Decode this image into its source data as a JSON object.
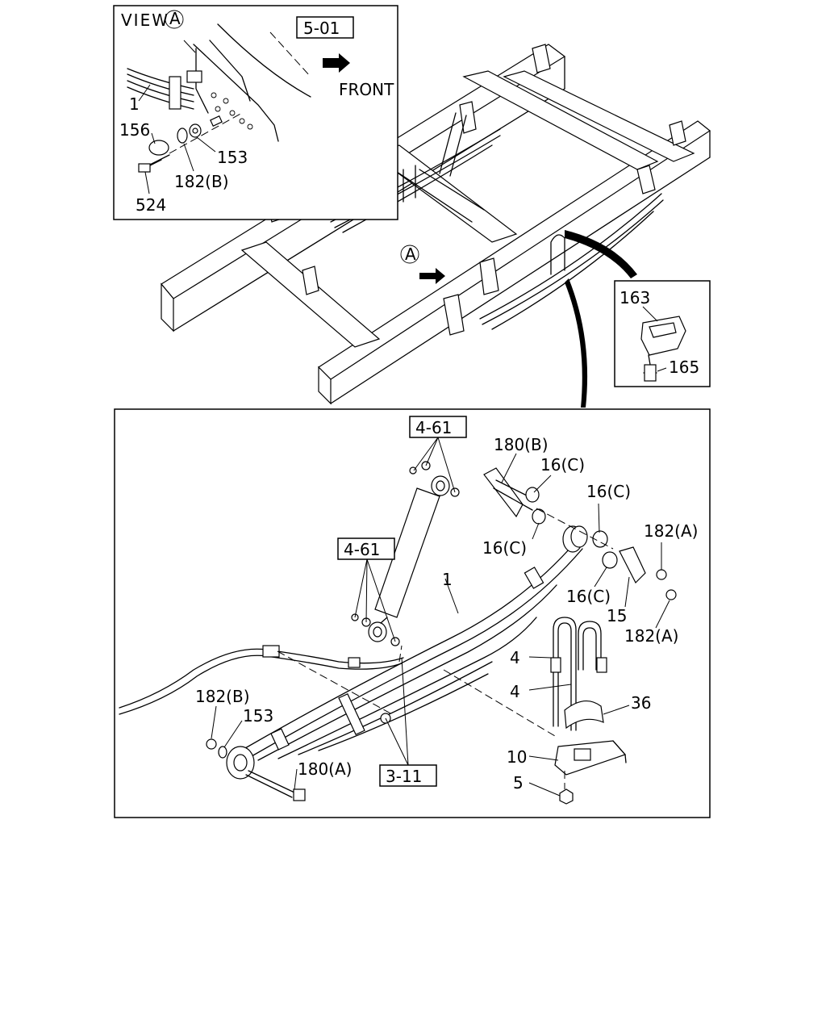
{
  "view_panel": {
    "title": "VIEW",
    "view_marker": "A",
    "ref_box": "5-01",
    "front_label": "FRONT",
    "labels": [
      "1",
      "156",
      "153",
      "182(B)",
      "524"
    ]
  },
  "chassis": {
    "view_marker": "A"
  },
  "detail_panel": {
    "labels": [
      "163",
      "165"
    ]
  },
  "main_panel": {
    "ref_boxes": [
      "4-61",
      "4-61",
      "3-11"
    ],
    "labels": [
      "180(B)",
      "16(C)",
      "16(C)",
      "16(C)",
      "16(C)",
      "182(A)",
      "182(A)",
      "15",
      "1",
      "4",
      "4",
      "36",
      "10",
      "5",
      "182(B)",
      "153",
      "180(A)"
    ]
  }
}
